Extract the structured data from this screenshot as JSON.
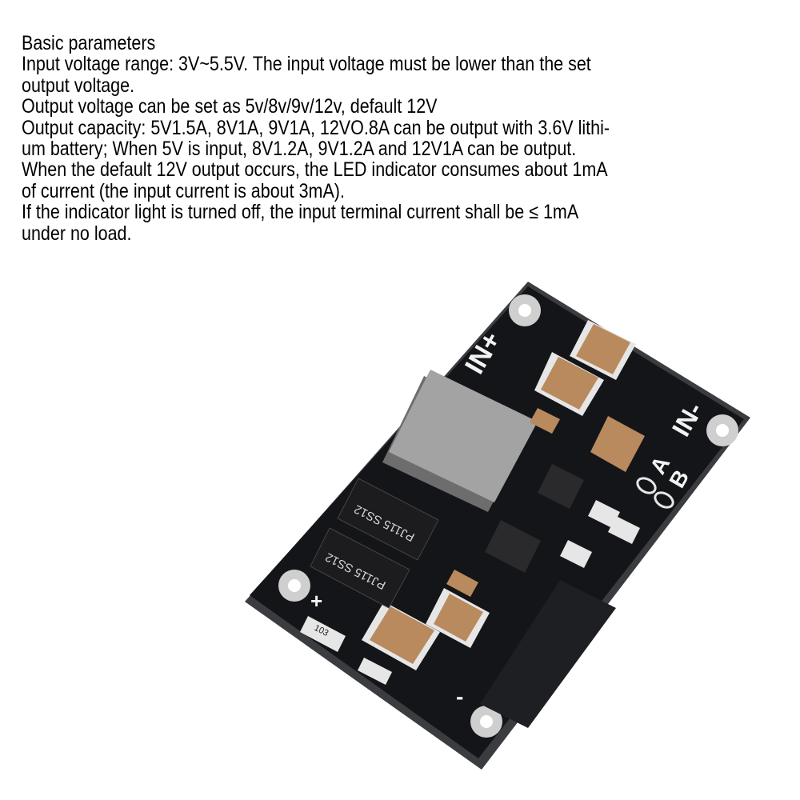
{
  "description": {
    "lines": [
      "Basic parameters",
      "Input voltage range: 3V~5.5V. The input voltage must be lower than the set",
      "output voltage.",
      "Output voltage can be set as 5v/8v/9v/12v, default 12V",
      "Output capacity: 5V1.5A, 8V1A, 9V1A, 12VO.8A can be output with 3.6V lithi-",
      "um battery; When 5V is input, 8V1.2A, 9V1.2A and 12V1A can be output.",
      "When the default 12V output occurs, the LED indicator consumes about 1mA",
      "of current (the input current is about 3mA).",
      "If the indicator light is turned off, the input terminal current shall be ≤ 1mA",
      "under no load."
    ]
  },
  "board": {
    "silkscreen": {
      "in_plus": "IN+",
      "in_minus": "IN-",
      "jumper_a": "A",
      "jumper_b": "B",
      "out_plus": "+",
      "out_minus": "-",
      "diode_1": "PJ115 SS12",
      "diode_2": "PJ115 SS12",
      "resistor": "103"
    },
    "colors": {
      "pcb": "#141518",
      "inductor": "#9a9a9a",
      "capacitor": "#b98a5e",
      "pad": "#d9d9d9"
    }
  }
}
